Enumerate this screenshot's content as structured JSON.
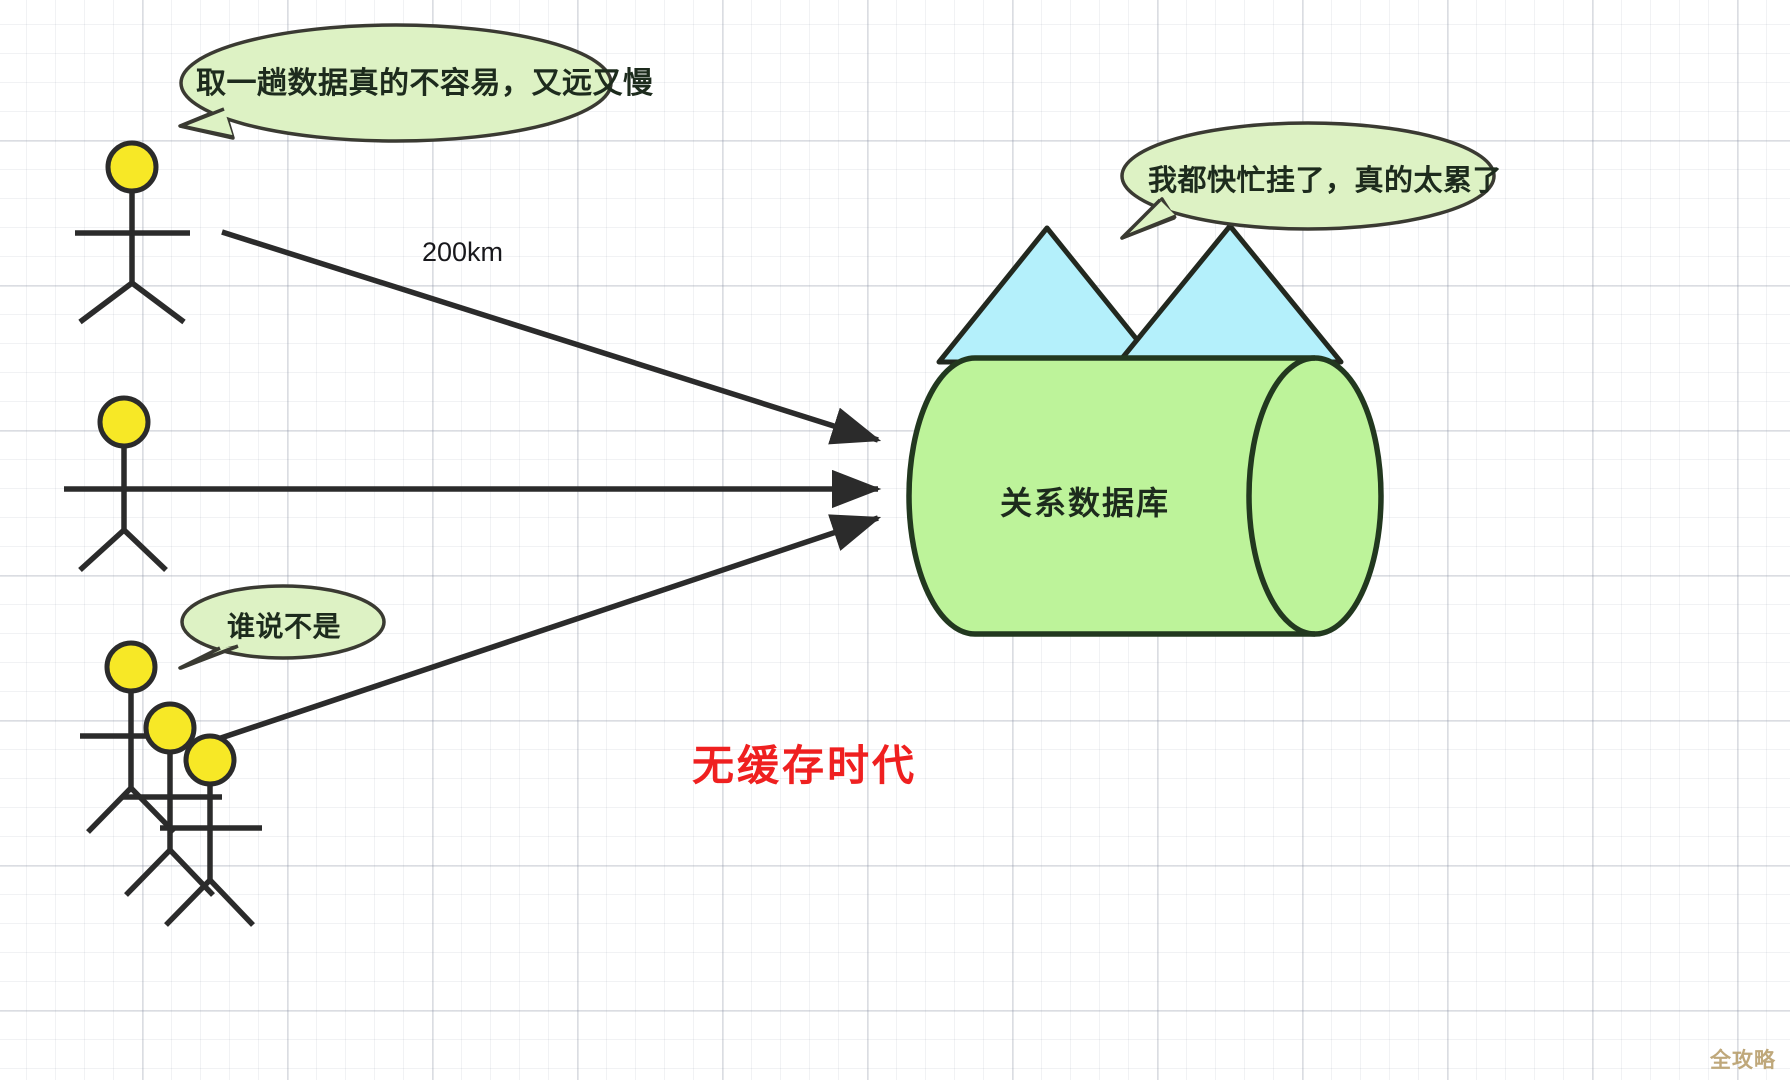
{
  "diagram": {
    "title_annotation": "无缓存时代",
    "distance_label": "200km",
    "watermark": "全攻略",
    "colors": {
      "bubble_fill": "#ddf2c4",
      "bubble_stroke": "#3a3a32",
      "database_fill": "#bdf39a",
      "database_stroke": "#22381a",
      "mountain_fill": "#b4f0fb",
      "mountain_stroke": "#22281f",
      "head_fill": "#f7e826",
      "stroke_dark": "#2b2b2b",
      "annotation_red": "#ef2020",
      "grid_line": "#c3cada"
    },
    "speech_bubbles": [
      {
        "id": "client-top-complaint",
        "text": "取一趟数据真的不容易，又远又慢"
      },
      {
        "id": "database-complaint",
        "text": "我都快忙挂了，真的太累了"
      },
      {
        "id": "client-bottom-agree",
        "text": "谁说不是"
      }
    ],
    "database": {
      "label": "关系数据库",
      "shape": "cylinder",
      "decoration": "two-mountains"
    },
    "actors": [
      {
        "id": "actor-top",
        "type": "stick-figure"
      },
      {
        "id": "actor-middle",
        "type": "stick-figure"
      },
      {
        "id": "actor-bottom-1",
        "type": "stick-figure"
      },
      {
        "id": "actor-bottom-2",
        "type": "stick-figure"
      },
      {
        "id": "actor-bottom-3",
        "type": "stick-figure"
      }
    ],
    "connections": [
      {
        "id": "arrow-top-to-db",
        "from": "actor-top",
        "to": "database",
        "label": "200km"
      },
      {
        "id": "arrow-middle-to-db",
        "from": "actor-middle",
        "to": "database",
        "label": ""
      },
      {
        "id": "arrow-bottom-to-db",
        "from": "actor-bottom-group",
        "to": "database",
        "label": ""
      }
    ]
  }
}
